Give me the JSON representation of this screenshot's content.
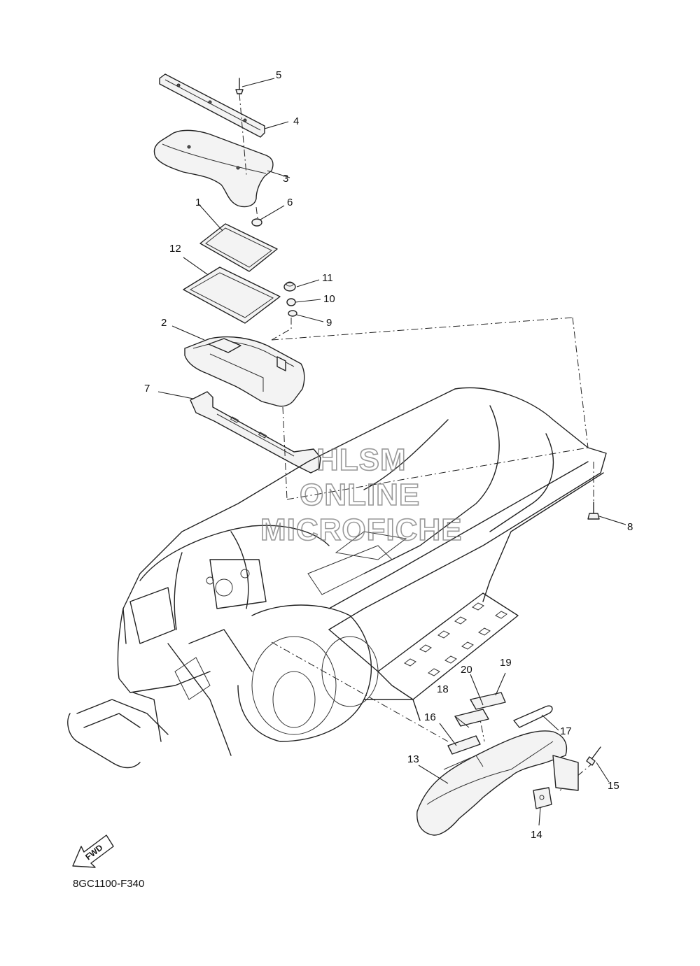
{
  "diagram": {
    "code": "8GC1100-F340",
    "watermark": [
      "HLSM",
      "ONLINE",
      "MICROFICHE"
    ],
    "fwd_label": "FWD",
    "callouts": [
      {
        "label": "1"
      },
      {
        "label": "2"
      },
      {
        "label": "3"
      },
      {
        "label": "4"
      },
      {
        "label": "5"
      },
      {
        "label": "6"
      },
      {
        "label": "7"
      },
      {
        "label": "8"
      },
      {
        "label": "9"
      },
      {
        "label": "10"
      },
      {
        "label": "11"
      },
      {
        "label": "12"
      },
      {
        "label": "13"
      },
      {
        "label": "14"
      },
      {
        "label": "15"
      },
      {
        "label": "16"
      },
      {
        "label": "17"
      },
      {
        "label": "18"
      },
      {
        "label": "19"
      },
      {
        "label": "20"
      }
    ]
  }
}
